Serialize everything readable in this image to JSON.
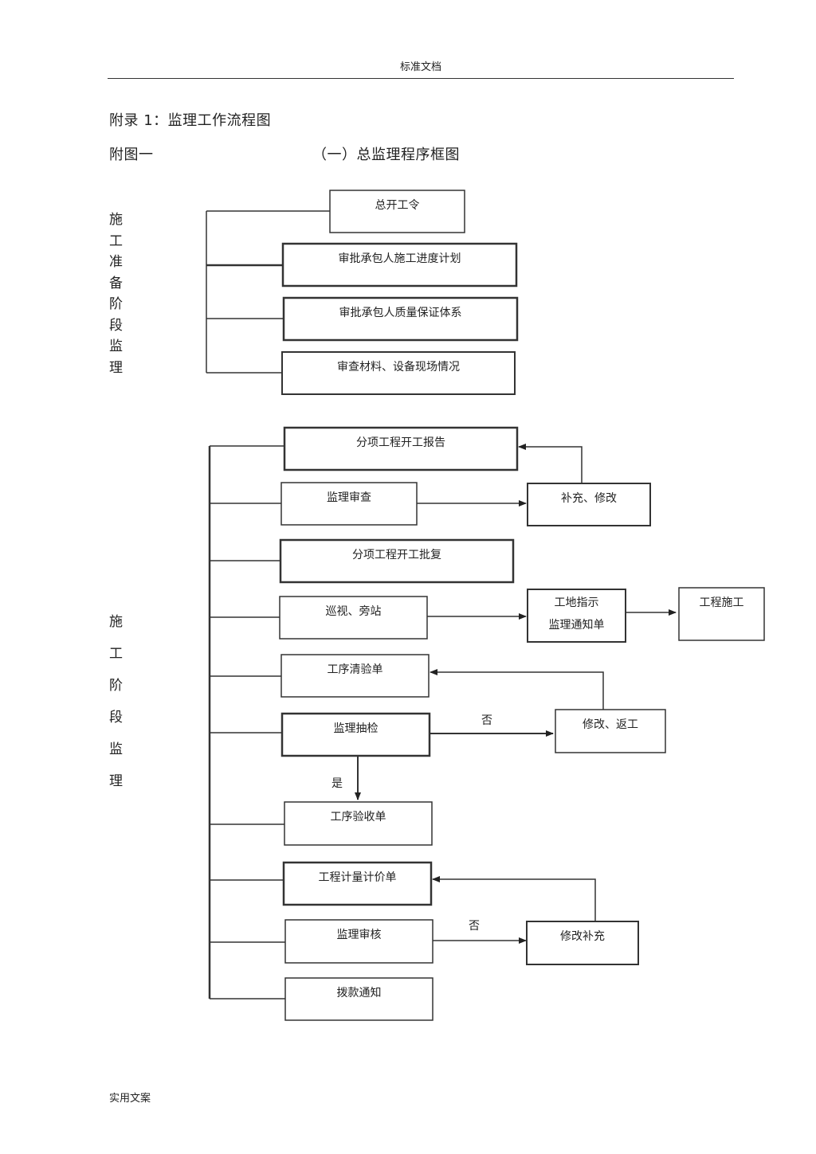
{
  "header": {
    "text": "标准文档"
  },
  "title": "附录 1：监理工作流程图",
  "figure": {
    "label": "附图一",
    "caption": "（一）总监理程序框图"
  },
  "phases": {
    "prep": [
      "施",
      "工",
      "准",
      "备",
      "阶",
      "段",
      "监",
      "理"
    ],
    "construction": [
      "施",
      "工",
      "阶",
      "段",
      "监",
      "理"
    ]
  },
  "boxes": {
    "b1": [
      "总开工令"
    ],
    "b2": [
      "审批承包人施工进度计划"
    ],
    "b3": [
      "审批承包人质量保证体系"
    ],
    "b4": [
      "审查材料、设备现场情况"
    ],
    "b5": [
      "分项工程开工报告"
    ],
    "b6": [
      "监理审查"
    ],
    "b7": [
      "补充、修改"
    ],
    "b8": [
      "分项工程开工批复"
    ],
    "b9": [
      "巡视、旁站"
    ],
    "b10": [
      "工地指示",
      "监理通知单"
    ],
    "b11": [
      "工程施工"
    ],
    "b12": [
      "工序清验单"
    ],
    "b13": [
      "监理抽检"
    ],
    "b14": [
      "修改、返工"
    ],
    "b15": [
      "工序验收单"
    ],
    "b16": [
      "工程计量计价单"
    ],
    "b17": [
      "监理审核"
    ],
    "b18": [
      "修改补充"
    ],
    "b19": [
      "拨款通知"
    ]
  },
  "edge_labels": {
    "no1": "否",
    "yes1": "是",
    "no2": "否"
  },
  "footer": {
    "text": "实用文案"
  }
}
